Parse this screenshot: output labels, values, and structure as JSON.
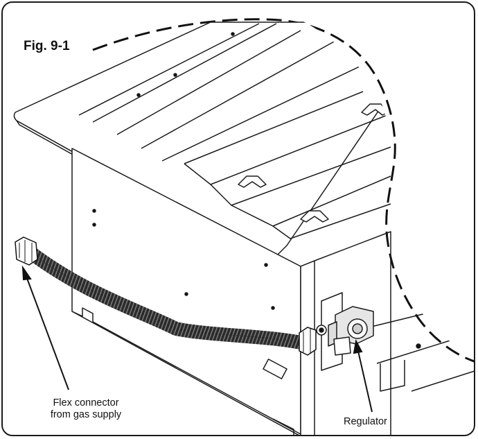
{
  "figure": {
    "title": "Fig. 9-1"
  },
  "callouts": {
    "flex_connector_line1": "Flex connector",
    "flex_connector_line2": "from gas supply",
    "regulator": "Regulator"
  },
  "colors": {
    "ink": "#1a1a1a",
    "paper": "#ffffff",
    "hose": "#222222"
  }
}
